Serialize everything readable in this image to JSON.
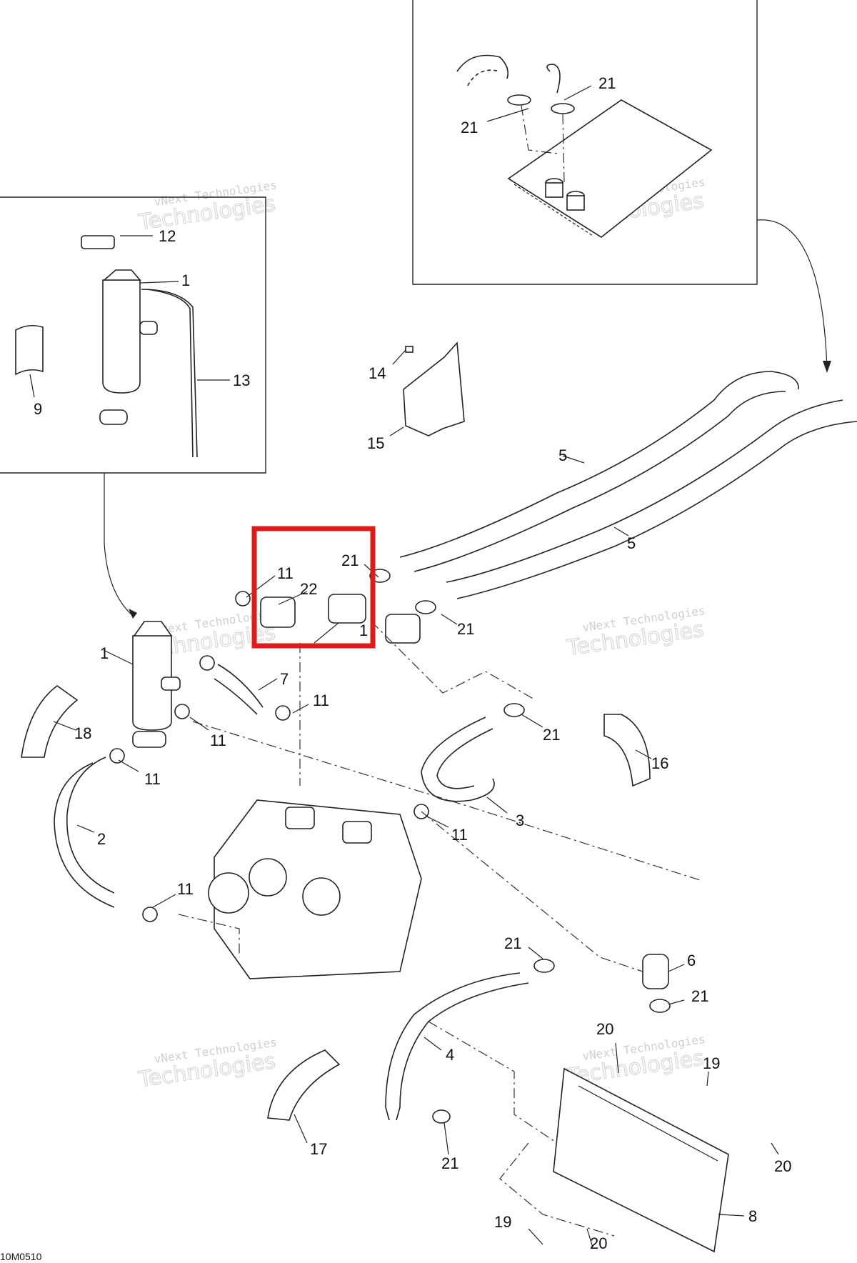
{
  "drawing_code": "10M0510",
  "highlight_color": "#e01b1b",
  "watermark": {
    "line1": "vNext Technologies",
    "line2": "Technologies"
  },
  "callouts": {
    "c1a": "1",
    "c12": "12",
    "c13": "13",
    "c9": "9",
    "c21a": "21",
    "c21b": "21",
    "c14": "14",
    "c15": "15",
    "c5a": "5",
    "c5b": "5",
    "c21c": "21",
    "c11a": "11",
    "c22": "22",
    "c1b": "1",
    "c21d": "21",
    "c1c": "1",
    "c7": "7",
    "c11b": "11",
    "c18": "18",
    "c11c": "11",
    "c21e": "21",
    "c16": "16",
    "c11d": "11",
    "c3": "3",
    "c11e": "11",
    "c2": "2",
    "c11f": "11",
    "c21f": "21",
    "c6": "6",
    "c21g": "21",
    "c4": "4",
    "c20a": "20",
    "c19a": "19",
    "c17": "17",
    "c21h": "21",
    "c20b": "20",
    "c19b": "19",
    "c20c": "20",
    "c8": "8"
  }
}
